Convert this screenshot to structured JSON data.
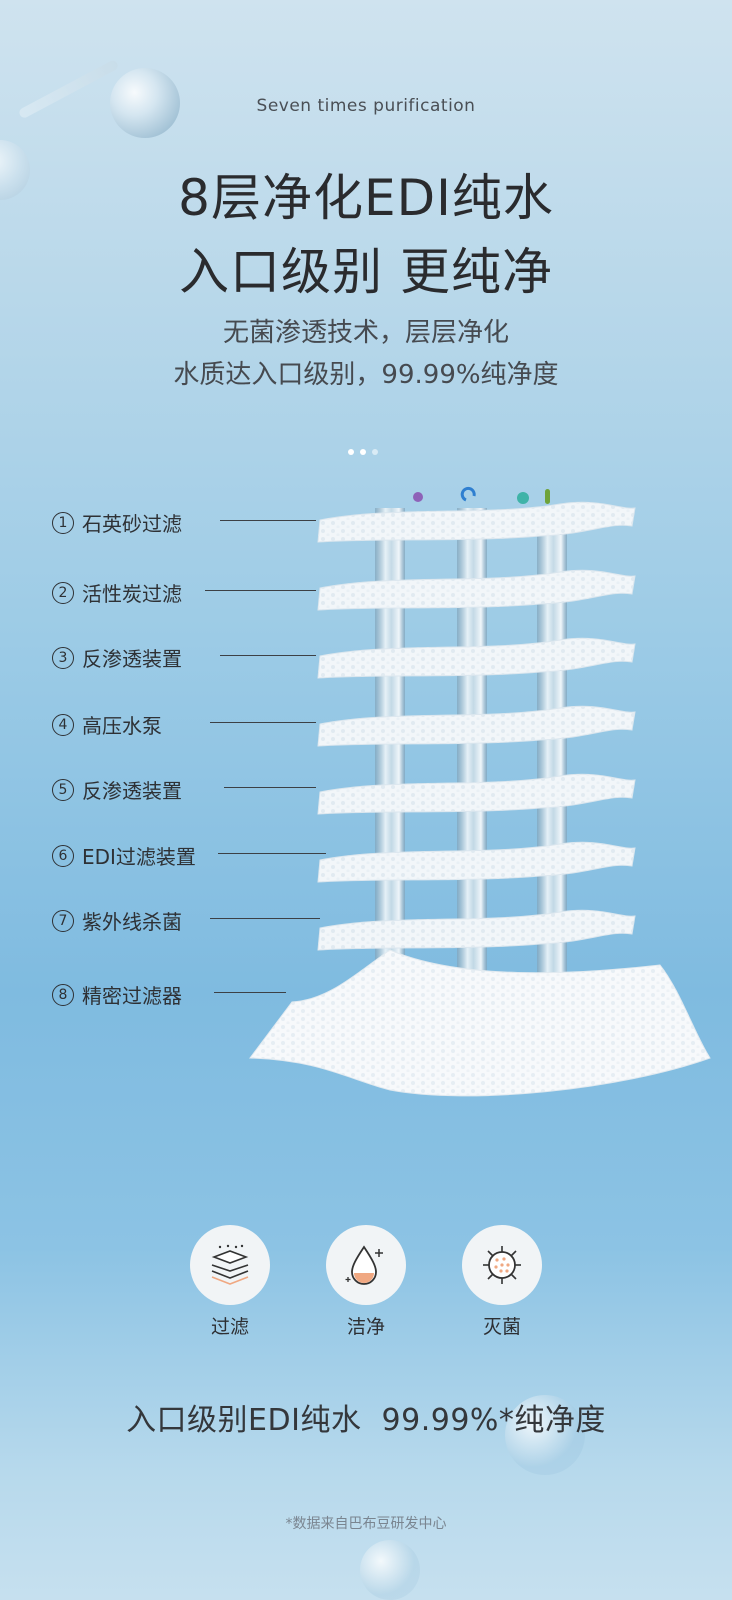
{
  "header": {
    "subtitle_en": "Seven times purification",
    "headline_line1": "8层净化EDI纯水",
    "headline_line2": "入口级别 更纯净",
    "desc_line1": "无菌渗透技术，层层净化",
    "desc_line2": "水质达入口级别，99.99%纯净度"
  },
  "carousel": {
    "page_count": 3,
    "active_index": 0
  },
  "layers": [
    {
      "num": "1",
      "label": "石英砂过滤"
    },
    {
      "num": "2",
      "label": "活性炭过滤"
    },
    {
      "num": "3",
      "label": "反渗透装置"
    },
    {
      "num": "4",
      "label": "高压水泵"
    },
    {
      "num": "5",
      "label": "反渗透装置"
    },
    {
      "num": "6",
      "label": "EDI过滤装置"
    },
    {
      "num": "7",
      "label": "紫外线杀菌"
    },
    {
      "num": "8",
      "label": "精密过滤器"
    }
  ],
  "features": [
    {
      "label": "过滤",
      "icon": "layers-filter-icon"
    },
    {
      "label": "洁净",
      "icon": "water-drop-icon"
    },
    {
      "label": "灭菌",
      "icon": "germ-icon"
    }
  ],
  "bottom_line": "入口级别EDI纯水  99.99%*纯净度",
  "footnote": "*数据来自巴布豆研发中心",
  "colors": {
    "accent_orange": "#f0a882",
    "icon_bg": "#f1f4f6",
    "text_dark": "#2a2b2e"
  }
}
